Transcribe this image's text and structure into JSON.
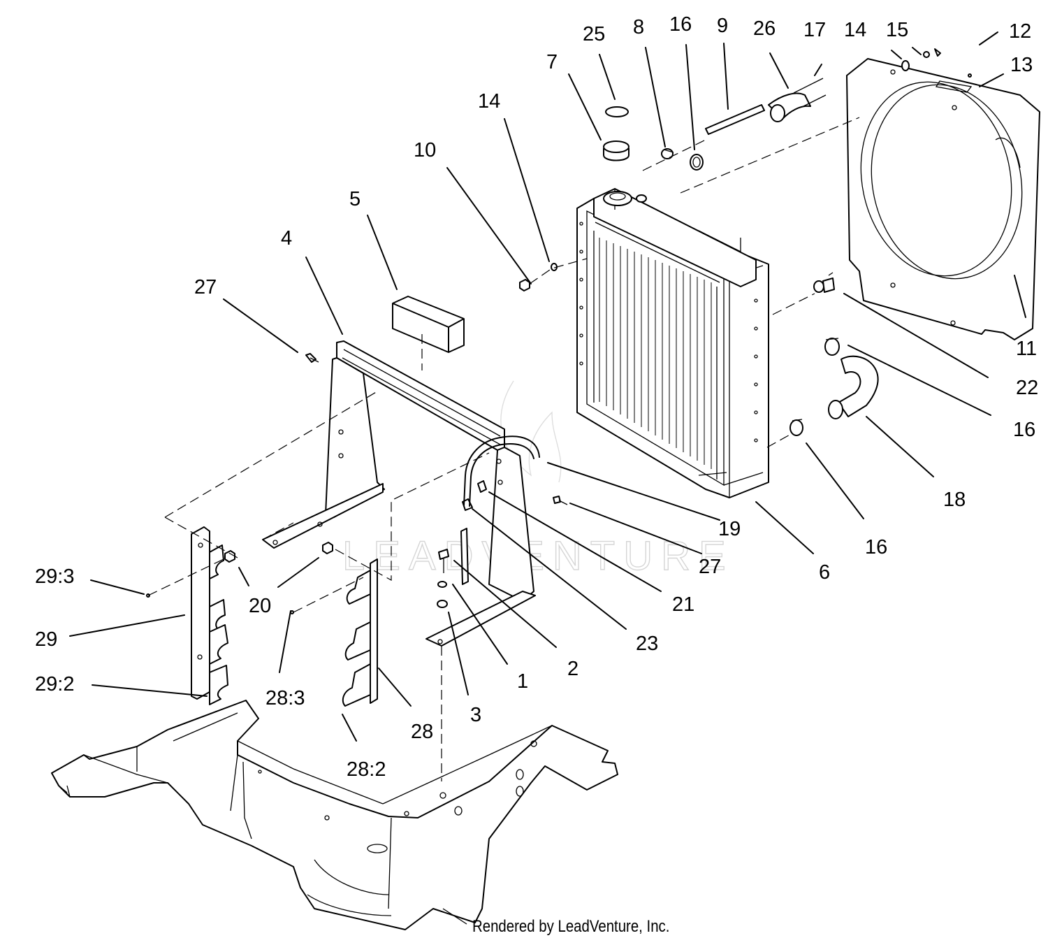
{
  "labels": {
    "l1": "1",
    "l2": "2",
    "l3": "3",
    "l4": "4",
    "l5": "5",
    "l6": "6",
    "l7": "7",
    "l8": "8",
    "l9": "9",
    "l10": "10",
    "l11": "11",
    "l12": "12",
    "l13": "13",
    "l14a": "14",
    "l14b": "14",
    "l15": "15",
    "l16a": "16",
    "l16b": "16",
    "l16c": "16",
    "l17": "17",
    "l18": "18",
    "l19": "19",
    "l20": "20",
    "l21": "21",
    "l22": "22",
    "l23": "23",
    "l25": "25",
    "l26": "26",
    "l27a": "27",
    "l27b": "27",
    "l28": "28",
    "l28_2": "28:2",
    "l28_3": "28:3",
    "l29": "29",
    "l29_2": "29:2",
    "l29_3": "29:3"
  },
  "watermark": "LEADVENTURE",
  "credit": "Rendered by LeadVenture, Inc."
}
